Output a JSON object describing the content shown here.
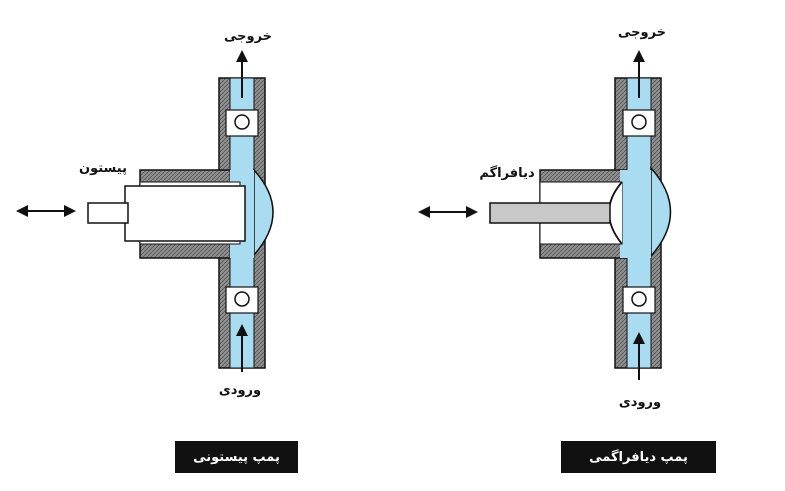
{
  "colors": {
    "fluid": "#a9dcf0",
    "body": "#8a8a8a",
    "outline": "#111111",
    "rod_right": "#c8c8c8",
    "caption_bg": "#111111",
    "caption_text": "#ffffff"
  },
  "left_pump": {
    "outlet_label": "خروجی",
    "inlet_label": "ورودی",
    "piston_label": "پیستون",
    "caption": "پمپ پیستونی"
  },
  "right_pump": {
    "outlet_label": "خروجی",
    "inlet_label": "ورودی",
    "diaphragm_label": "دیافراگم",
    "caption": "پمپ دیافراگمی"
  }
}
